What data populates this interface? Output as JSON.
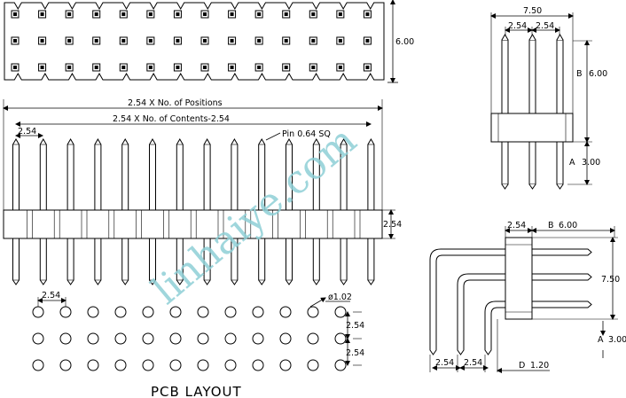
{
  "top_view": {
    "height_label": "6.00"
  },
  "front_view": {
    "positions_label": "2.54 X No. of Positions",
    "contents_label": "2.54 X No. of Contents-2.54",
    "pitch_label": "2.54",
    "pin_label": "Pin 0.64 SQ",
    "insulator_label": "2.54"
  },
  "pcb_layout": {
    "title": "PCB LAYOUT",
    "pitch_label": "2.54",
    "hole_label": "ø1.02",
    "row_pitch_1": "2.54",
    "row_pitch_2": "2.54"
  },
  "side_view": {
    "width_label": "7.50",
    "pitch_label_1": "2.54",
    "pitch_label_2": "2.54",
    "b_label": "B",
    "b_value": "6.00",
    "a_label": "A",
    "a_value": "3.00"
  },
  "right_angle_view": {
    "pitch_label": "2.54",
    "b_label": "B",
    "b_value": "6.00",
    "height_label": "7.50",
    "a_label": "A",
    "a_value": "3.00",
    "bottom_pitch_1": "2.54",
    "bottom_pitch_2": "2.54",
    "d_label": "D",
    "d_value": "1.20"
  },
  "watermark": "linhaiye.com"
}
